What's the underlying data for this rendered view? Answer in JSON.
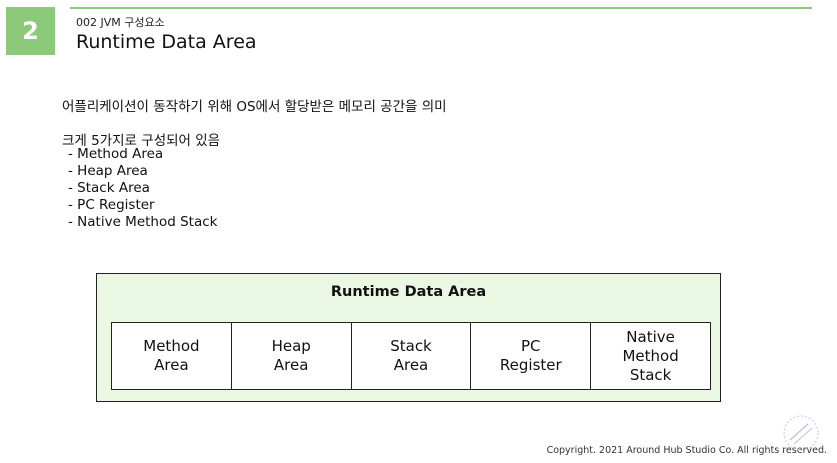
{
  "slide": {
    "number": "2",
    "subtitle": "002 JVM 구성요소",
    "title": "Runtime Data Area"
  },
  "content": {
    "description": "어플리케이션이 동작하기 위해 OS에서 할당받은 메모리 공간을 의미",
    "intro": "크게 5가지로 구성되어 있음",
    "items": [
      "Method Area",
      "Heap Area",
      "Stack Area",
      "PC Register",
      "Native Method Stack"
    ]
  },
  "diagram": {
    "title": "Runtime Data Area",
    "cells": [
      "Method\nArea",
      "Heap\nArea",
      "Stack\nArea",
      "PC\nRegister",
      "Native\nMethod\nStack"
    ]
  },
  "footer": {
    "copyright": "Copyright. 2021 Around Hub Studio Co. All rights reserved."
  },
  "colors": {
    "accent": "#8cc97a",
    "diagram_bg": "#eaf7e3"
  }
}
